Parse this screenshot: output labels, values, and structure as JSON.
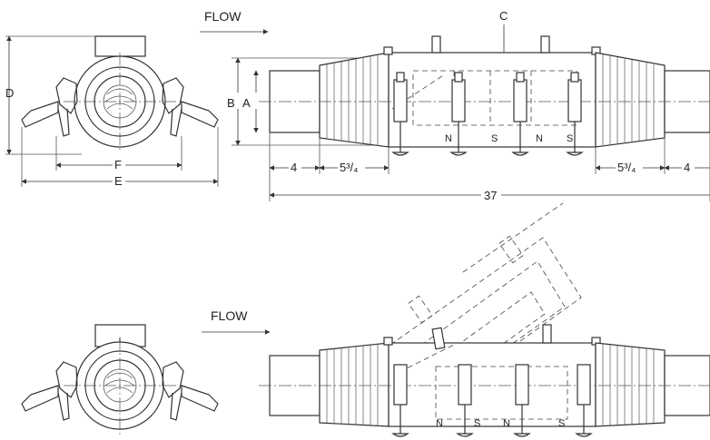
{
  "top": {
    "flow_label": "FLOW",
    "dims": {
      "c": "C",
      "b": "B",
      "a": "A",
      "d": "D",
      "f": "F",
      "e": "E",
      "in_left": "4",
      "taper_left": "5³/₄",
      "taper_right": "5³/₄",
      "in_right": "4",
      "overall": "37"
    },
    "poles": [
      "N",
      "S",
      "N",
      "S"
    ]
  },
  "bottom": {
    "flow_label": "FLOW",
    "poles": [
      "N",
      "S",
      "N",
      "S"
    ]
  }
}
